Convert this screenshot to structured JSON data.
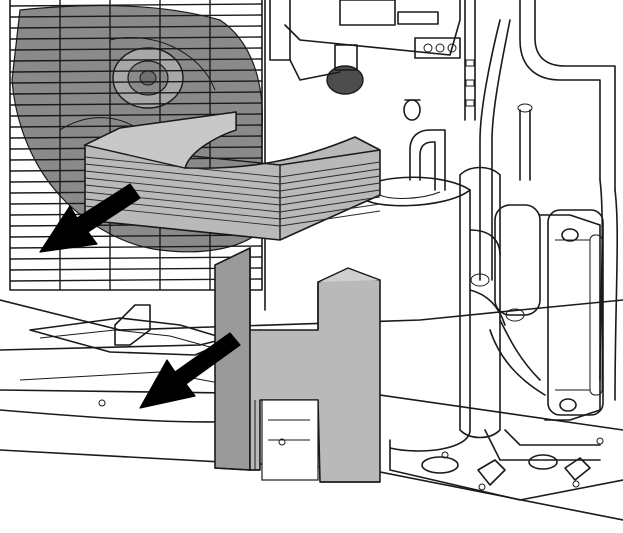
{
  "colors": {
    "line": "#1a1a1a",
    "background": "#ffffff",
    "fan_gray": "#8a8a8a",
    "foam_gray": "#b9b9b9",
    "foam_edge_gray": "#9a9a9a",
    "arrow": "#000000"
  },
  "parts": [
    "fan-grille",
    "fan-blade",
    "horizontal-foam-block",
    "vertical-h-foam-block",
    "compressor",
    "accumulator-tank",
    "refrigerant-pipes",
    "base-pan",
    "control-board"
  ],
  "arrows": [
    {
      "name": "removal-arrow-upper",
      "direction": "left-down"
    },
    {
      "name": "removal-arrow-lower",
      "direction": "left-down"
    }
  ]
}
